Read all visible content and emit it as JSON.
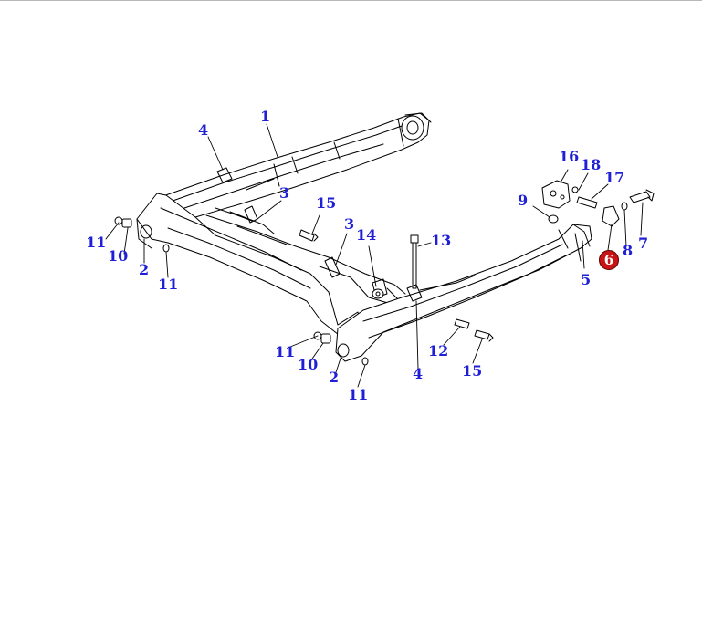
{
  "diagram": {
    "callouts": [
      {
        "id": "c1",
        "label": "1"
      },
      {
        "id": "c4a",
        "label": "4"
      },
      {
        "id": "c3a",
        "label": "3"
      },
      {
        "id": "c15a",
        "label": "15"
      },
      {
        "id": "c3b",
        "label": "3"
      },
      {
        "id": "c14",
        "label": "14"
      },
      {
        "id": "c13",
        "label": "13"
      },
      {
        "id": "c16",
        "label": "16"
      },
      {
        "id": "c18",
        "label": "18"
      },
      {
        "id": "c17",
        "label": "17"
      },
      {
        "id": "c9",
        "label": "9"
      },
      {
        "id": "c6",
        "label": "6"
      },
      {
        "id": "c8",
        "label": "8"
      },
      {
        "id": "c7",
        "label": "7"
      },
      {
        "id": "c5",
        "label": "5"
      },
      {
        "id": "c11a",
        "label": "11"
      },
      {
        "id": "c10a",
        "label": "10"
      },
      {
        "id": "c2a",
        "label": "2"
      },
      {
        "id": "c11b",
        "label": "11"
      },
      {
        "id": "c11c",
        "label": "11"
      },
      {
        "id": "c10b",
        "label": "10"
      },
      {
        "id": "c2b",
        "label": "2"
      },
      {
        "id": "c11d",
        "label": "11"
      },
      {
        "id": "c4b",
        "label": "4"
      },
      {
        "id": "c12",
        "label": "12"
      },
      {
        "id": "c15b",
        "label": "15"
      }
    ],
    "colors": {
      "callout_text": "#1f1fd6",
      "highlight_fill": "#c81414",
      "linework": "#000000"
    }
  }
}
